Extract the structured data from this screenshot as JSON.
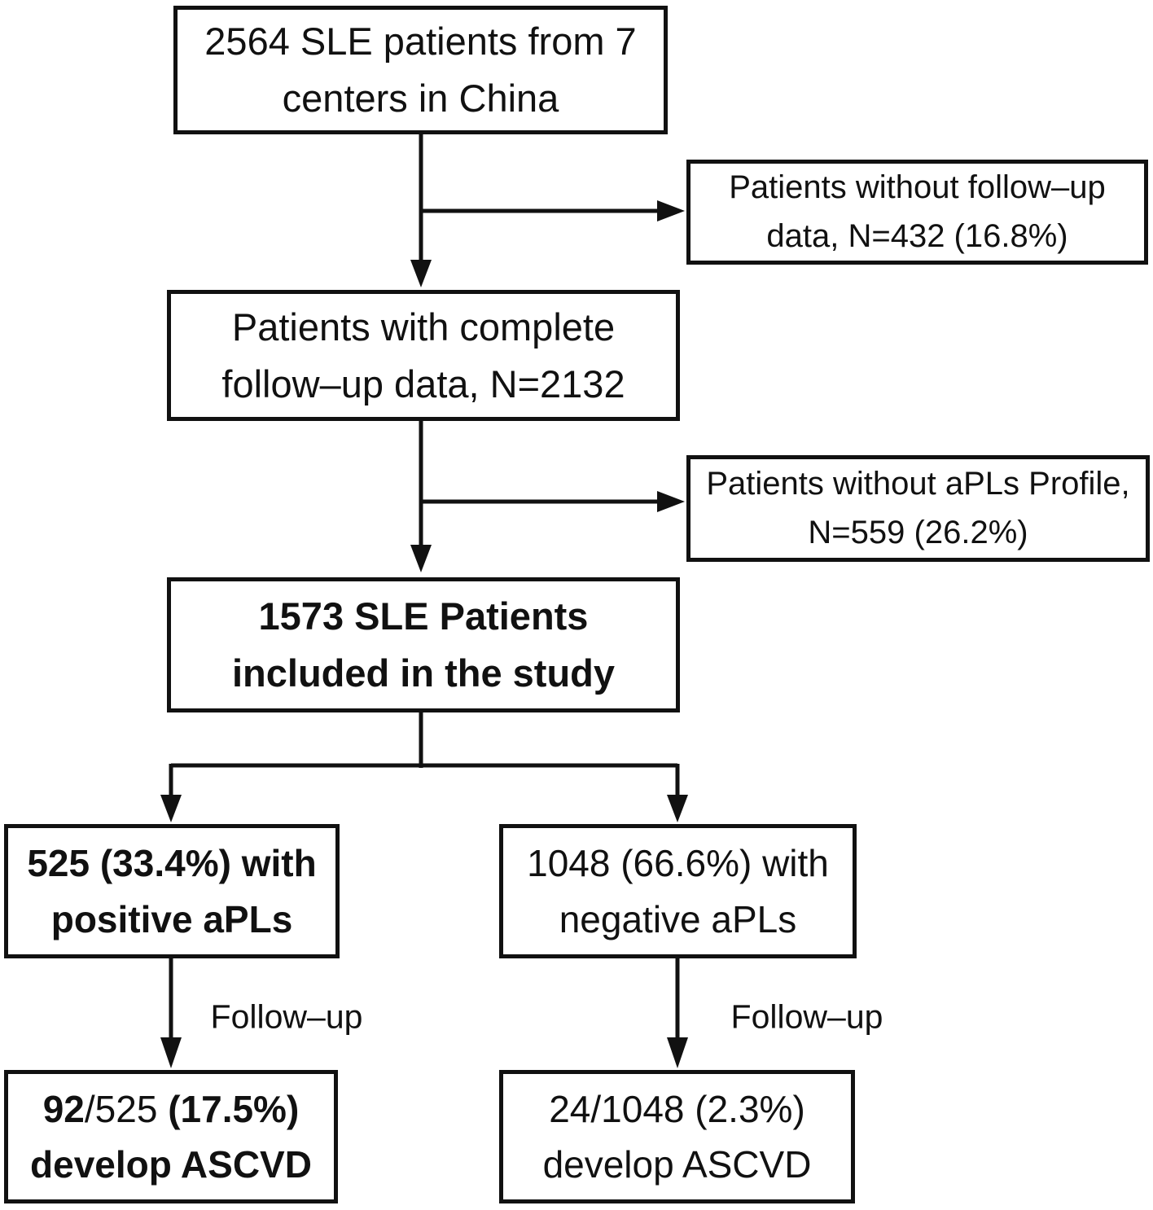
{
  "diagram": {
    "title": "SLE patient ASCVD flow diagram",
    "colors": {
      "line": "#111111",
      "background": "#ffffff",
      "text": "#111111"
    },
    "boxes": {
      "enrollment": {
        "line1": "2564 SLE patients from 7",
        "line2": "centers in China"
      },
      "excluded_followup": {
        "line1": "Patients without follow–up",
        "line2": "data, N=432 (16.8%)"
      },
      "complete_followup": {
        "line1": "Patients with complete",
        "line2": "follow–up data, N=2132"
      },
      "excluded_apls": {
        "line1": "Patients without aPLs Profile,",
        "line2": "N=559 (26.2%)"
      },
      "included": {
        "line1": "1573 SLE Patients",
        "line2": "included in the study"
      },
      "positive_apls": {
        "line1": "525 (33.4%) with",
        "line2": "positive aPLs"
      },
      "negative_apls": {
        "line1": "1048 (66.6%) with",
        "line2": "negative aPLs"
      },
      "positive_ascvd": {
        "numerator": "92",
        "denominator": "/525 ",
        "percent": "(17.5%)",
        "line2": "develop ASCVD"
      },
      "negative_ascvd": {
        "line1": "24/1048 (2.3%)",
        "line2": "develop ASCVD"
      }
    },
    "arrow_labels": {
      "followup_left": "Follow–up",
      "followup_right": "Follow–up"
    }
  }
}
